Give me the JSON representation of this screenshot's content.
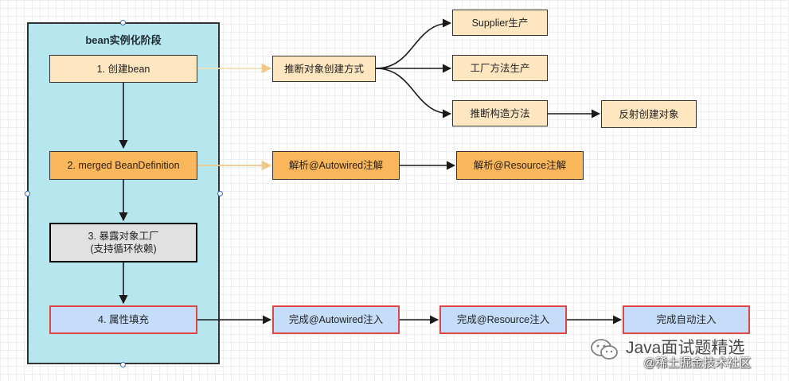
{
  "container": {
    "title": "bean实例化阶段"
  },
  "steps": {
    "create": "1. 创建bean",
    "merged": "2. merged BeanDefinition",
    "expose": "3. 暴露对象工厂\n(支持循环依赖)",
    "populate": "4. 属性填充"
  },
  "nodes": {
    "infer": "推断对象创建方式",
    "supplier": "Supplier生产",
    "factory_method": "工厂方法生产",
    "infer_ctor": "推断构造方法",
    "reflect": "反射创建对象",
    "parse_autowired": "解析@Autowired注解",
    "parse_resource": "解析@Resource注解",
    "done_autowired": "完成@Autowired注入",
    "done_resource": "完成@Resource注入",
    "done_auto": "完成自动注入"
  },
  "colors": {
    "container_fill": "#b7e7ee",
    "light_orange": "#fde6c0",
    "orange": "#f9b65a",
    "gray": "#e1e1e1",
    "blue": "#c6ddfa",
    "red_border": "#e04545",
    "faded_arrow": "#f4dfb6"
  },
  "watermark": {
    "icon": "wechat-icon",
    "title": "Java面试题精选",
    "subtitle": "@稀土掘金技术社区"
  }
}
